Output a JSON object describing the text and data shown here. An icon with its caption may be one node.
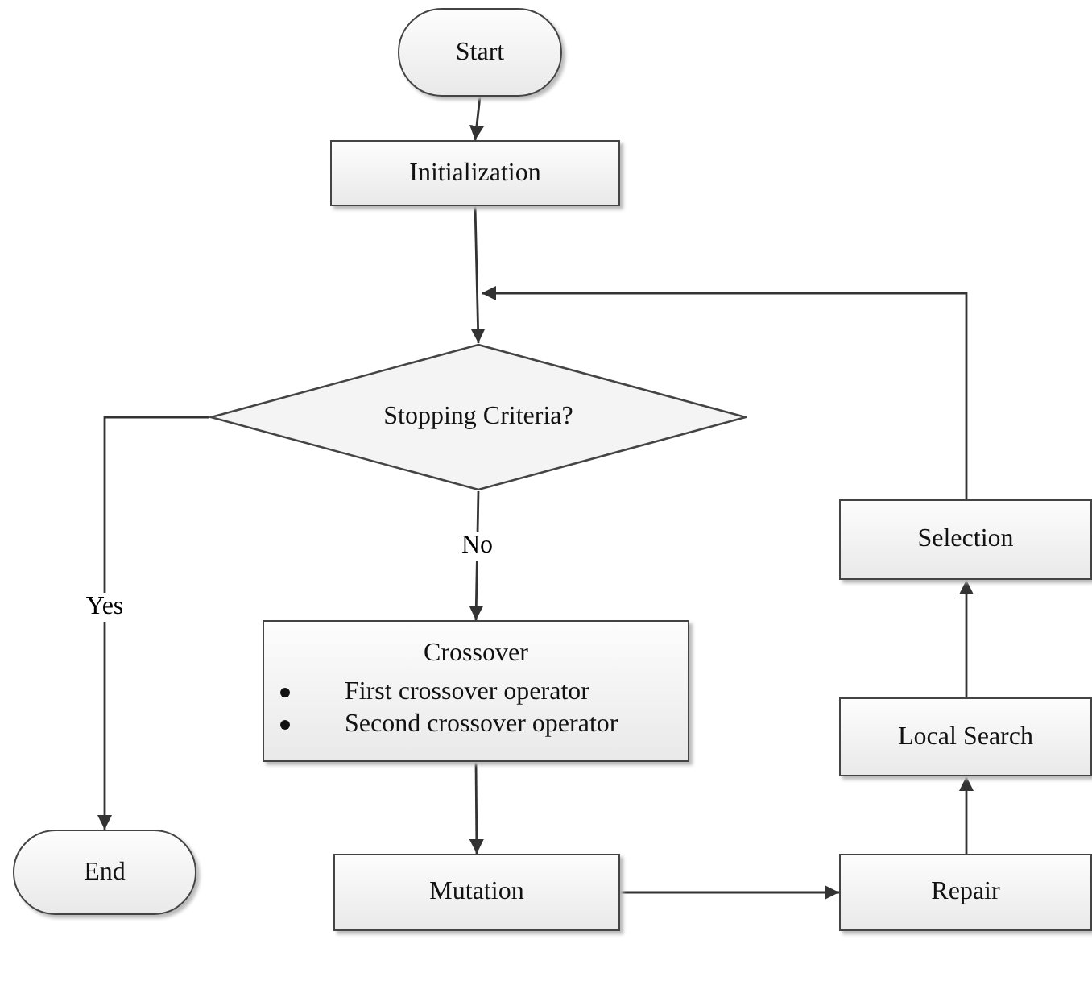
{
  "diagram": {
    "nodes": [
      {
        "text": [
          "Start"
        ]
      },
      {
        "text": [
          "Initialization"
        ]
      },
      {
        "text": [
          "Stopping Criteria?"
        ]
      },
      {
        "text": [
          "Crossover",
          "First crossover operator",
          "Second crossover operator"
        ]
      },
      {
        "text": [
          "Mutation"
        ]
      },
      {
        "text": [
          "Repair"
        ]
      },
      {
        "text": [
          "Local Search"
        ]
      },
      {
        "text": [
          "Selection"
        ]
      },
      {
        "text": [
          "End"
        ]
      }
    ],
    "edges": [
      {
        "from": 0,
        "to": 1,
        "arrow": "to"
      },
      {
        "from": 1,
        "to": 2,
        "arrow": "to"
      },
      {
        "from": 2,
        "to": 8,
        "arrow": "to",
        "label": "Yes"
      },
      {
        "from": 2,
        "to": 3,
        "arrow": "to",
        "label": "No"
      },
      {
        "from": 3,
        "to": 4,
        "arrow": "to"
      },
      {
        "from": 4,
        "to": 5,
        "arrow": "to"
      },
      {
        "from": 5,
        "to": 6,
        "arrow": "to"
      },
      {
        "from": 6,
        "to": 7,
        "arrow": "to"
      },
      {
        "from": 7,
        "to": 2,
        "arrow": "to"
      }
    ]
  }
}
